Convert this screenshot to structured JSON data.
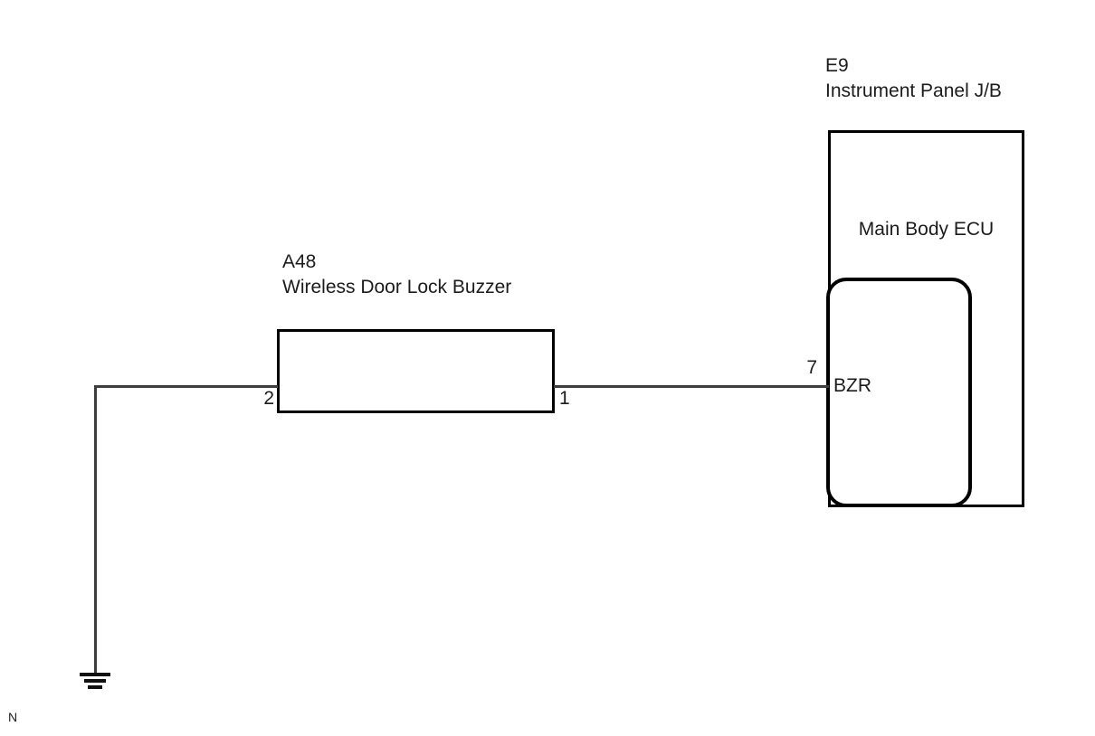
{
  "diagram": {
    "e9": {
      "code": "E9",
      "name": "Instrument Panel J/B",
      "ecu_label": "Main Body ECU",
      "connector": {
        "label": "BZR",
        "pin": "7"
      }
    },
    "a48": {
      "code": "A48",
      "name": "Wireless Door Lock Buzzer",
      "left_pin": "2",
      "right_pin": "1"
    },
    "ground": {
      "icon": "ground-icon"
    },
    "page_marker": "N",
    "colors": {
      "wire": "#3d3d3d",
      "outline": "#000000",
      "background": "#ffffff",
      "text": "#1c1c1c"
    }
  }
}
